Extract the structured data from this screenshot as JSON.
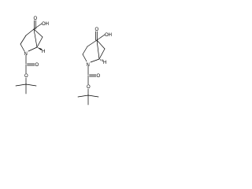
{
  "molecules": [
    {
      "atom_labels": {
        "carboxyl_oh": "OH",
        "carboxyl_o": "O",
        "ring_n": "N",
        "stereo_h": "H",
        "boc_o1": "O",
        "boc_o2": "O"
      }
    },
    {
      "atom_labels": {
        "carboxyl_oh": "OH",
        "carboxyl_o": "O",
        "ring_n": "N",
        "stereo_h": "H",
        "boc_o1": "O",
        "boc_o2": "O"
      }
    }
  ]
}
